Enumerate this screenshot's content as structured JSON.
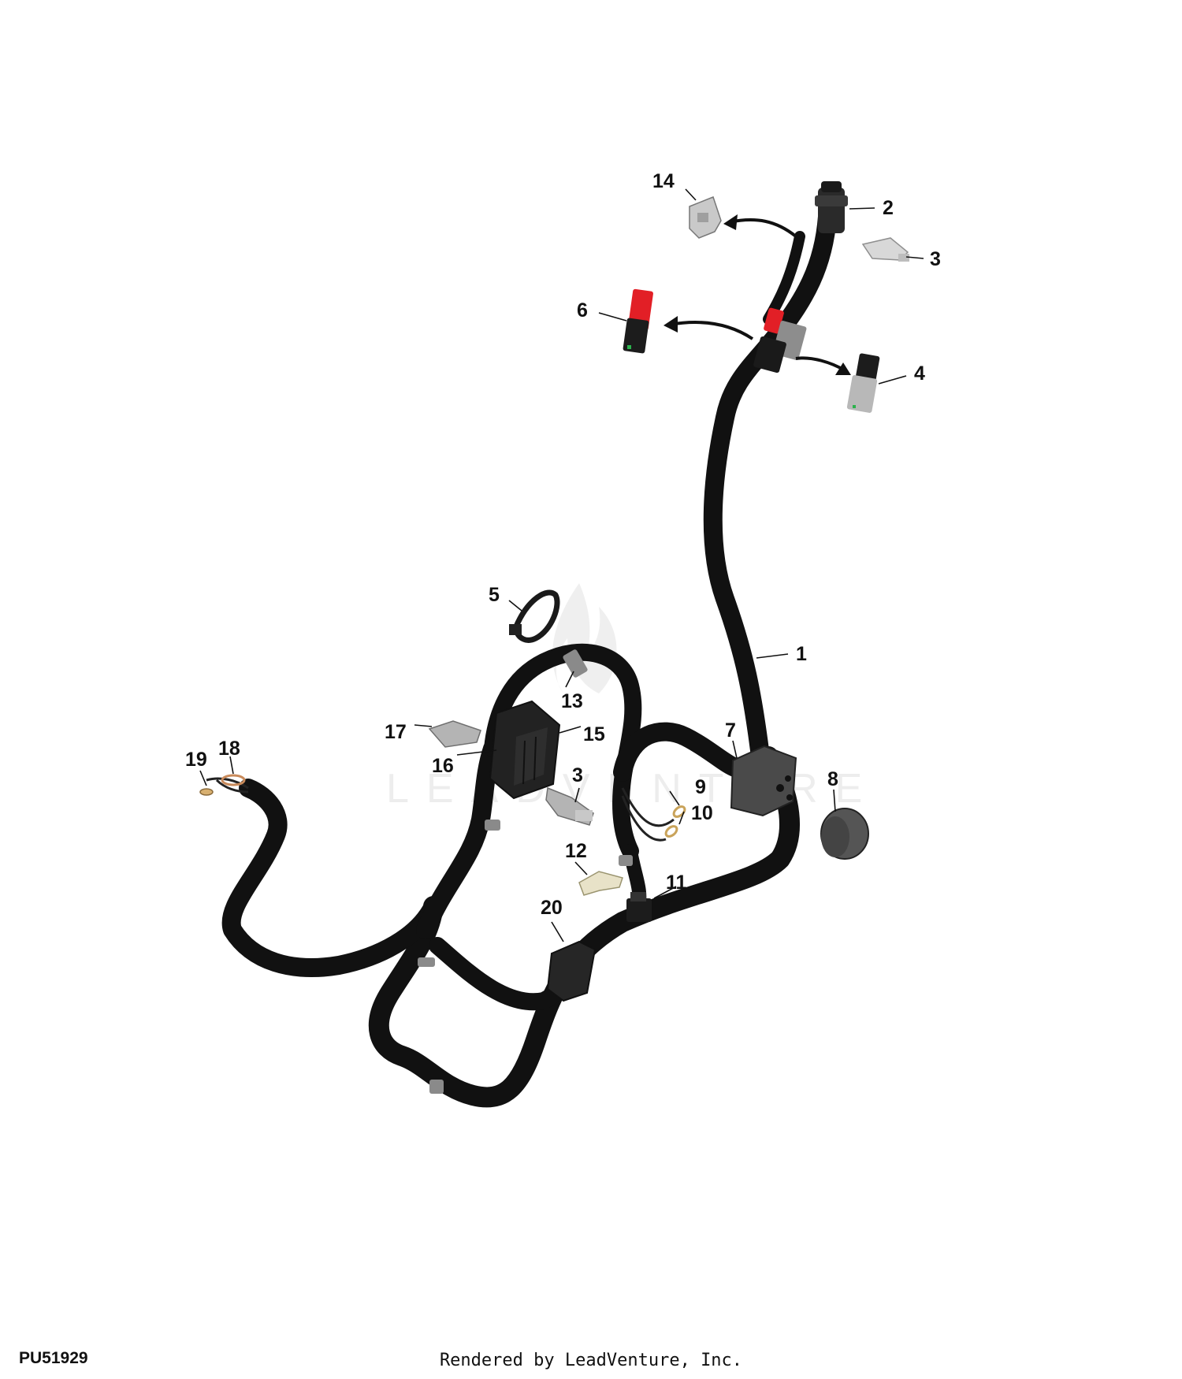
{
  "watermark": {
    "text": "LEADVENTURE"
  },
  "diagram": {
    "code": "PU51929",
    "credit": "Rendered by LeadVenture, Inc.",
    "callouts": [
      "1",
      "2",
      "3",
      "3",
      "4",
      "5",
      "6",
      "7",
      "8",
      "9",
      "10",
      "11",
      "12",
      "13",
      "14",
      "15",
      "16",
      "17",
      "18",
      "19",
      "20"
    ]
  },
  "colors": {
    "harness": "#111111",
    "connector_red": "#e21f26",
    "connector_gray": "#9a9a9a",
    "terminal_copper": "#c98a5a",
    "pin_green": "#2bb24c"
  }
}
